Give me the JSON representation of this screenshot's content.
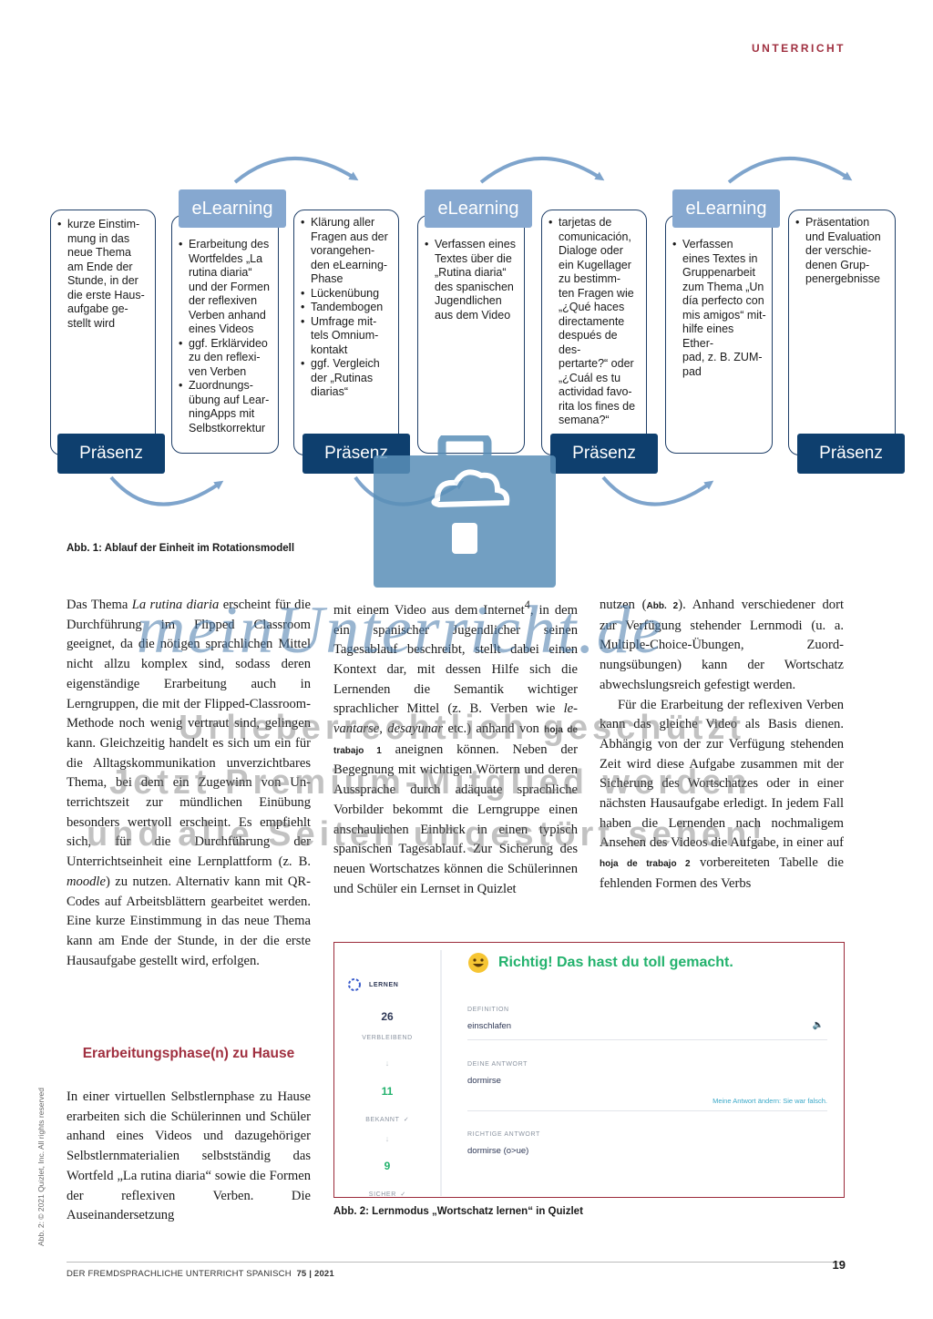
{
  "header": {
    "section": "UNTERRICHT"
  },
  "diagram": {
    "boxes": [
      {
        "items": [
          "kurze Einstim-\nmung in das\nneue Thema\nam Ende der\nStunde, in der\ndie erste Haus-\naufgabe ge-\nstellt wird"
        ]
      },
      {
        "items": [
          "Erarbeitung des\nWortfeldes „La\nrutina diaria“\nund der Formen\nder reflexiven\nVerben anhand\neines Videos",
          "ggf. Erklärvideo\nzu den reflexi-\nven Verben",
          "Zuordnungs-\nübung auf Lear-\nningApps mit\nSelbstkorrektur"
        ]
      },
      {
        "items": [
          "Klärung aller\nFragen aus der\nvorangehen-\nden eLearning-\nPhase",
          "Lückenübung",
          "Tandembogen",
          "Umfrage mit-\ntels Omnium-\nkontakt",
          "ggf. Vergleich\nder „Rutinas\ndiarias“"
        ]
      },
      {
        "items": [
          "Verfassen eines\nTextes über die\n„Rutina diaria“\ndes spanischen\nJugendlichen\naus dem Video"
        ]
      },
      {
        "items": [
          "tarjetas de\ncomunicación,\nDialoge oder\nein Kugellager\nzu bestimm-\nten Fragen wie\n„¿Qué haces\ndirectamente\ndespués de des-\npertarte?“ oder\n„¿Cuál es tu\nactividad favo-\nrita los fines de\nsemana?“"
        ]
      },
      {
        "items": [
          "Verfassen\neines Textes in\nGruppenarbeit\nzum Thema „Un\ndía perfecto con\nmis amigos“ mit-\nhilfe eines Ether-\npad, z. B. ZUM-\npad"
        ]
      },
      {
        "items": [
          "Präsentation\nund Evaluation\nder verschie-\ndenen Grup-\npenergebnisse"
        ]
      }
    ],
    "tag_praesenz": "Präsenz",
    "tag_elearning": "eLearning",
    "caption": "Abb. 1: Ablauf der Einheit im Rotationsmodell"
  },
  "article": {
    "col1_p1": "Das Thema <i>La rutina diaria</i> erscheint für die Durchführung im Flipped Class­room geeignet, da die nötigen sprach­lichen Mittel nicht allzu komplex sind, sodass deren eigenständige Erarbeitung auch in Lerngruppen, die mit der Flip­ped-Classroom-Methode noch wenig vertraut sind, gelingen kann. Gleichzei­tig handelt es sich um ein für die All­tagskommunikation unverzichtbares Thema, bei dem ein Zugewinn von Un­terrichtszeit zur mündlichen Einübung besonders wertvoll erscheint. Es emp­fiehlt sich, für die Durchführung der Unterrichtseinheit eine Lernplattform (z. B. <i>moodle</i>) zu nutzen. Alternativ kann mit QR-Codes auf Arbeitsblättern gear­beitet werden. Eine kurze Einstimmung in das neue Thema kann am Ende der Stunde, in der die erste Hausaufgabe ge­stellt wird, erfolgen.",
    "subheading": "Erarbeitungsphase(n) zu Hause",
    "col1_p2": "In einer virtuellen Selbstlernphase zu Hause erarbeiten sich die Schülerin­nen und Schüler anhand eines Videos und dazugehöriger Selbstlernmateria­lien selbstständig das Wortfeld „La ru­tina diaria“ sowie die Formen der refle­xiven Verben. Die Auseinandersetzung",
    "col2_p1": "mit einem Video aus dem Internet<sup>4</sup>, in dem ein spanischer Jugendlicher seinen Tagesablauf beschreibt, stellt dabei ei­nen Kontext dar, mit dessen Hilfe sich die Lernenden die Semantik wichtiger sprachlicher Mittel (z. B. Verben wie <i>le­vantarse, desayunar</i> etc.) anhand von <span class=\"ref\">hoja de trabajo 1</span> aneignen können. Neben der Begegnung mit wichtigen Wörtern und deren Aussprache durch adäqua­te sprachliche Vorbilder bekommt die Lerngruppe einen anschaulichen Ein­blick in einen typisch spanischen Ta­gesablauf. Zur Sicherung des neuen Wortschatzes können die Schülerin­nen und Schüler ein Lernset in Quizlet",
    "col3_p1": "nutzen (<span class=\"ref\">Abb. 2</span>). Anhand verschiedener dort zur Verfügung stehender Lernmodi (u. a. Multiple-Choice-Übungen, Zuord­nungsübungen) kann der Wortschatz abwechslungsreich gefestigt werden.",
    "col3_p2": "Für die Erarbeitung der reflexiven Verben kann das gleiche Video als Ba­sis dienen. Abhängig von der zur Ver­fügung stehenden Zeit wird diese Auf­gabe zusammen mit der Sicherung des Wortschatzes oder in einer nächsten Hausaufgabe erledigt. In jedem Fall ha­ben die Lernenden nach nochmaligem Ansehen des Videos die Aufgabe, in ei­ner auf <span class=\"ref\">hoja de trabajo 2</span> vorbereiteten Ta­belle die fehlenden Formen des Verbs"
  },
  "quizlet": {
    "mode": "LERNEN",
    "remaining_count": "26",
    "remaining_label": "VERBLEIBEND",
    "known_count": "11",
    "known_label": "BEKANNT",
    "sure_count": "9",
    "sure_label": "SICHER",
    "headline": "Richtig! Das hast du toll gemacht.",
    "definition_label": "DEFINITION",
    "definition_value": "einschlafen",
    "answer_label": "DEINE ANTWORT",
    "answer_value": "dormirse",
    "change_link": "Meine Antwort ändern: Sie war falsch.",
    "correct_label": "RICHTIGE ANTWORT",
    "correct_value": "dormirse (o>ue)",
    "caption": "Abb. 2: Lernmodus „Wortschatz lernen“ in Quizlet"
  },
  "footer": {
    "journal": "DER FREMDSPRACHLICHE UNTERRICHT SPANISCH",
    "issue": "75 | 2021",
    "page": "19",
    "copyright": "Abb. 2: © 2021 Quizlet, Inc. All rights reserved"
  },
  "watermark": {
    "logo_text": "meinUnterricht.de",
    "line1": "Urheberrechtlich geschützt",
    "line2": "Jetzt Premium-Mitglied werden",
    "line3": "und alle Seiten ungestört sehen!"
  },
  "colors": {
    "dark_blue": "#0e3f6e",
    "light_blue": "#86a8d0",
    "accent_red": "#a03040",
    "quizlet_green": "#23b26d"
  }
}
